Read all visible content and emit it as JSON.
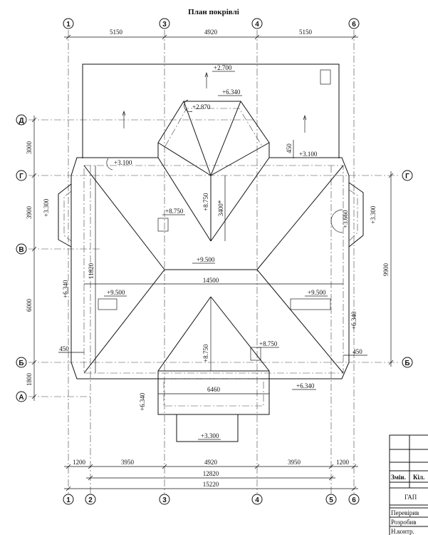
{
  "title": "План покрівлі",
  "axes": {
    "top": [
      "1",
      "3",
      "4",
      "6"
    ],
    "bottom": [
      "1",
      "2",
      "3",
      "4",
      "5",
      "6"
    ],
    "left": [
      "Д",
      "Г",
      "В",
      "Б",
      "А"
    ],
    "right": [
      "Г",
      "Б"
    ]
  },
  "dimensions": {
    "top": [
      "5150",
      "4920",
      "5150"
    ],
    "left": [
      "3000",
      "3900",
      "6000",
      "1800"
    ],
    "right_total": "9900",
    "bottom_row1": [
      "1200",
      "3950",
      "4920",
      "3950",
      "1200"
    ],
    "bottom_row2": "12820",
    "bottom_row3": "15220",
    "inner_width": "14500",
    "inner_height": "11820",
    "porch_width": "6460",
    "ridge_height": "3400*",
    "overhang_left": "450",
    "overhang_right": "450",
    "overhang_top": "450"
  },
  "levels": {
    "l_2700": "+2.700",
    "l_6340_top": "+6.340",
    "l_2870": "+2.870",
    "l_3100_left": "+3.100",
    "l_3100_right": "+3.100",
    "l_3300_left": "+3.300",
    "l_3300_right": "+3.300",
    "l_3660": "+3.660",
    "l_8750_top": "+8.750",
    "l_8750_mid": "+8.750",
    "l_8750_low": "+8.750",
    "l_8750_right": "+8.750",
    "l_9500_center": "+9.500",
    "l_9500_left": "+9.500",
    "l_9500_right": "+9.500",
    "l_6340_left": "+6.340",
    "l_6340_right": "+6.340",
    "l_6340_porch": "+6.340",
    "l_6340_bottom": "+6.340",
    "l_3300_porch": "+3.300"
  },
  "stamp": {
    "col1": "Зміи.",
    "col2": "Кіл.",
    "gap": "ГАП",
    "row1": "Перевірив",
    "row2": "Розробив",
    "row3": "Н.контр."
  }
}
